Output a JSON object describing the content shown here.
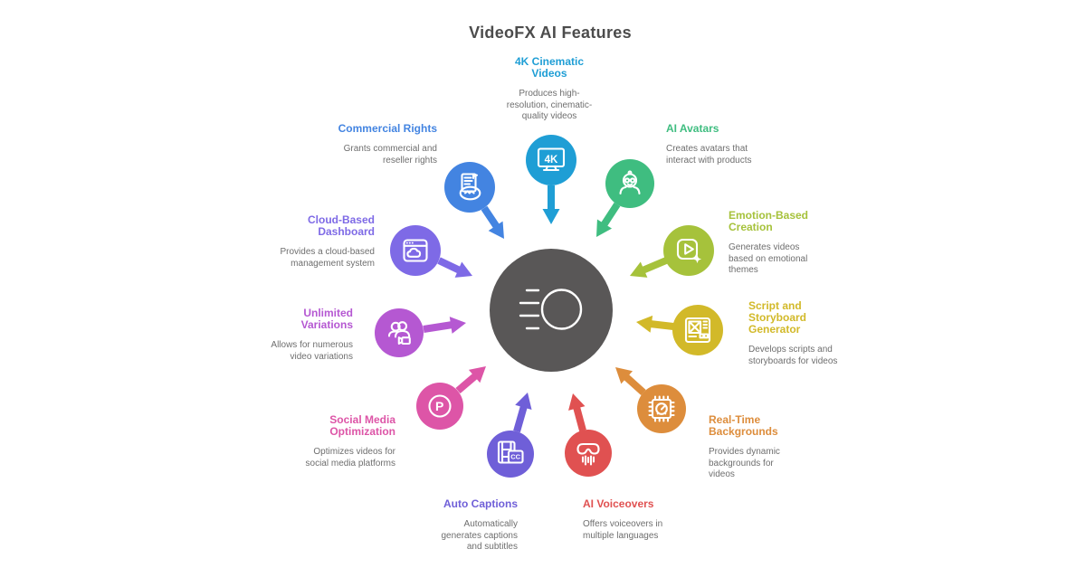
{
  "page_title": "VideoFX AI Features",
  "hub": {
    "icon": "camera-lens-icon",
    "color": "#595757"
  },
  "features": [
    {
      "id": "4k-cinematic-videos",
      "title": "4K Cinematic\nVideos",
      "description": "Produces high-\nresolution, cinematic-\nquality videos",
      "color": "#1f9ed5",
      "icon": "monitor-4k-icon",
      "icon_text": "4K"
    },
    {
      "id": "ai-avatars",
      "title": "AI Avatars",
      "description": "Creates avatars that\ninteract with products",
      "color": "#3fbd80",
      "icon": "avatar-face-icon"
    },
    {
      "id": "emotion-based-creation",
      "title": "Emotion-Based\nCreation",
      "description": "Generates videos\nbased on emotional\nthemes",
      "color": "#a6c23b",
      "icon": "play-sparkle-icon"
    },
    {
      "id": "script-and-storyboard-generator",
      "title": "Script and\nStoryboard\nGenerator",
      "description": "Develops scripts and\nstoryboards for videos",
      "color": "#d2b929",
      "icon": "storyboard-icon"
    },
    {
      "id": "real-time-backgrounds",
      "title": "Real-Time\nBackgrounds",
      "description": "Provides dynamic\nbackgrounds for\nvideos",
      "color": "#dd8d3c",
      "icon": "chip-gauge-icon"
    },
    {
      "id": "ai-voiceovers",
      "title": "AI Voiceovers",
      "description": "Offers voiceovers in\nmultiple languages",
      "color": "#e05151",
      "icon": "voice-mask-icon"
    },
    {
      "id": "auto-captions",
      "title": "Auto Captions",
      "description": "Automatically\ngenerates captions\nand subtitles",
      "color": "#6f5fd8",
      "icon": "film-captions-icon",
      "icon_text": "CC"
    },
    {
      "id": "social-media-optimization",
      "title": "Social Media\nOptimization",
      "description": "Optimizes videos for\nsocial media platforms",
      "color": "#dd55a7",
      "icon": "pinterest-p-icon",
      "icon_text": "P"
    },
    {
      "id": "unlimited-variations",
      "title": "Unlimited\nVariations",
      "description": "Allows for numerous\nvideo variations",
      "color": "#b558d2",
      "icon": "people-video-icon"
    },
    {
      "id": "cloud-based-dashboard",
      "title": "Cloud-Based\nDashboard",
      "description": "Provides a cloud-based\nmanagement system",
      "color": "#7e6ae6",
      "icon": "browser-cloud-icon"
    },
    {
      "id": "commercial-rights",
      "title": "Commercial Rights",
      "description": "Grants commercial and\nreseller rights",
      "color": "#4384e1",
      "icon": "document-handshake-icon"
    }
  ]
}
